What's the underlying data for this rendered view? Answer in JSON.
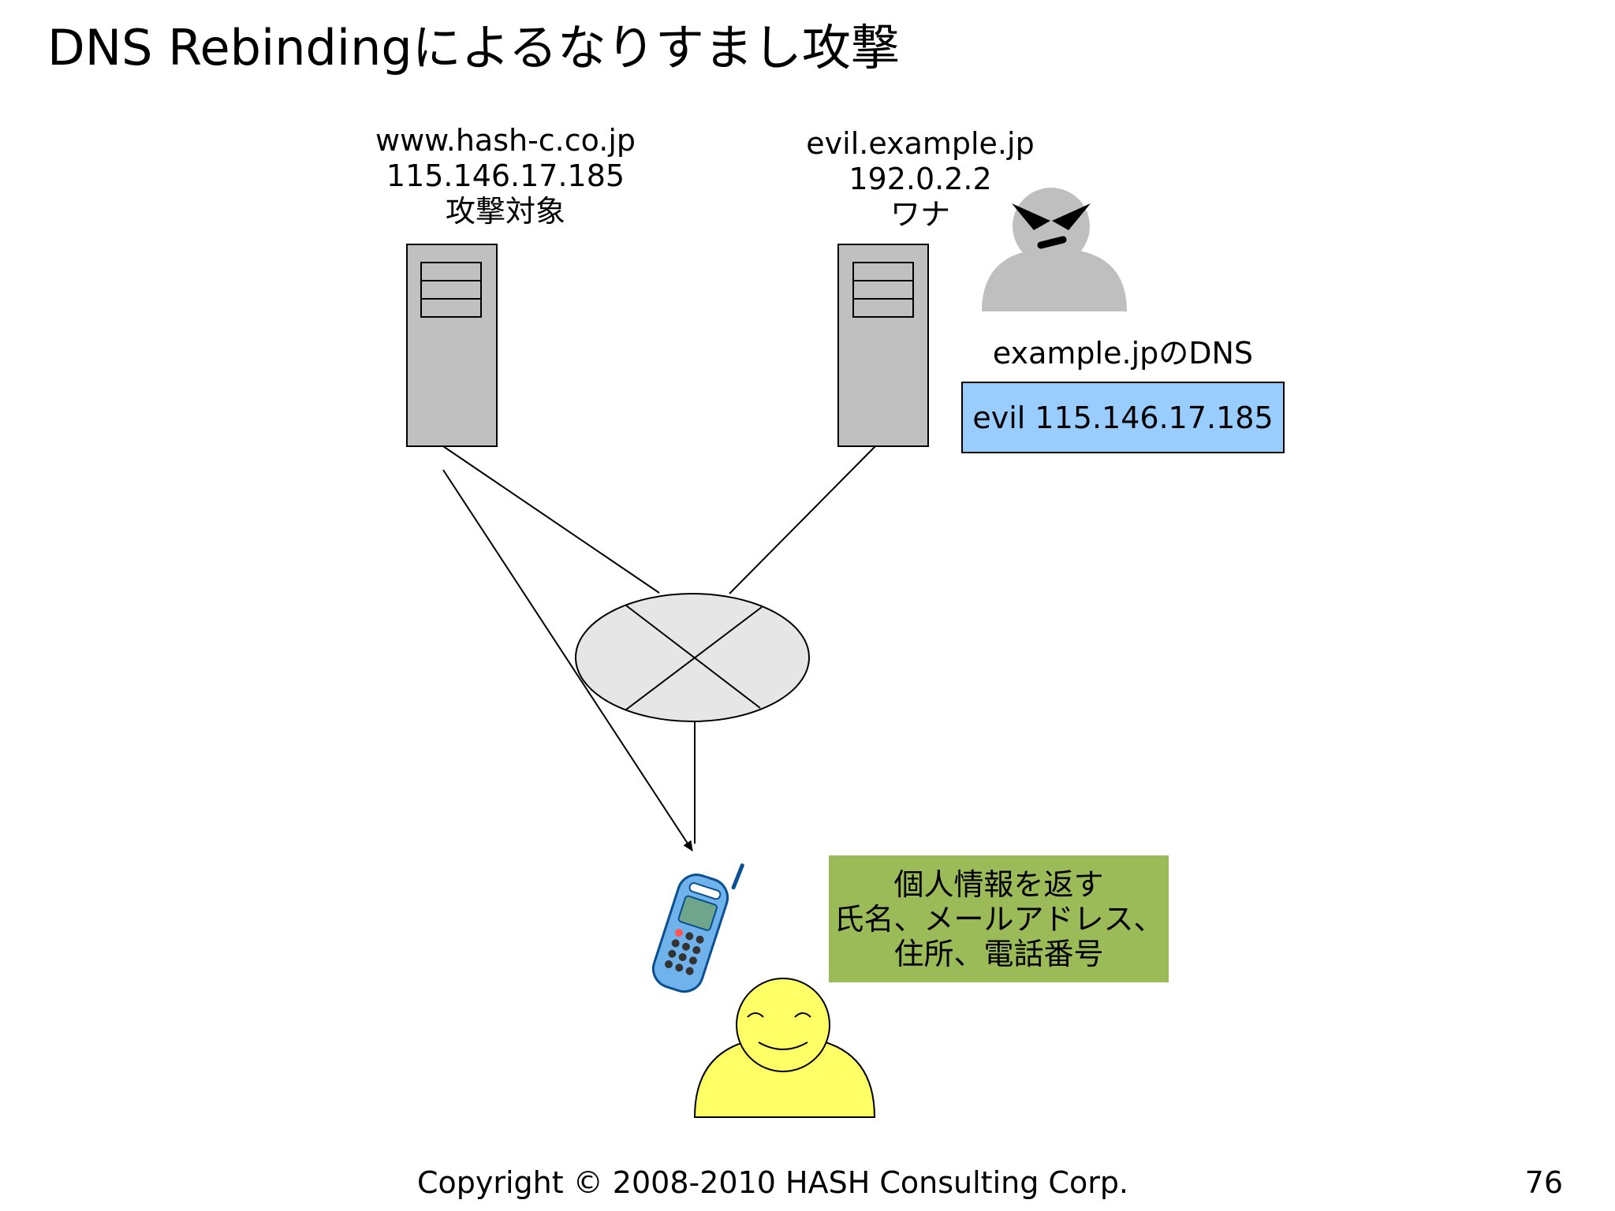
{
  "slide": {
    "title": "DNS Rebindingによるなりすまし攻撃"
  },
  "target_server": {
    "hostname": "www.hash-c.co.jp",
    "ip": "115.146.17.185",
    "role": "攻撃対象"
  },
  "trap_server": {
    "hostname": "evil.example.jp",
    "ip": "192.0.2.2",
    "role": "ワナ"
  },
  "dns_record": {
    "caption": "example.jpのDNS",
    "entry": "evil 115.146.17.185"
  },
  "info_box": {
    "lines": [
      "個人情報を返す",
      "氏名、メールアドレス、",
      "住所、電話番号"
    ]
  },
  "footer": {
    "copyright": "Copyright © 2008-2010 HASH Consulting Corp.",
    "page_number": "76"
  },
  "colors": {
    "dns_box_fill": "#99ccff",
    "info_box_fill": "#9bbb59",
    "server_fill": "#c0c0c0",
    "router_fill": "#e6e6e6",
    "attacker_fill": "#bfbfbf",
    "user_fill": "#ffff66"
  },
  "icons": {
    "target_server": "server-tower-icon",
    "trap_server": "server-tower-icon",
    "router": "router-icon",
    "attacker": "attacker-person-icon",
    "phone": "mobile-phone-icon",
    "user": "smiling-user-icon"
  }
}
